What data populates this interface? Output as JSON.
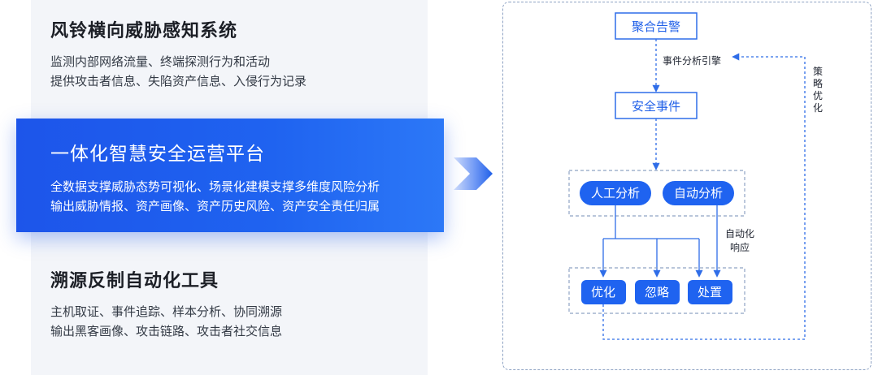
{
  "left": {
    "card1": {
      "title": "风铃横向威胁感知系统",
      "desc1": "监测内部网络流量、终端探测行为和活动",
      "desc2": "提供攻击者信息、失陷资产信息、入侵行为记录"
    },
    "card2": {
      "title": "一体化智慧安全运营平台",
      "desc1": "全数据支撑威胁态势可视化、场景化建模支撑多维度风险分析",
      "desc2": "输出威胁情报、资产画像、资产历史风险、资产安全责任归属"
    },
    "card3": {
      "title": "溯源反制自动化工具",
      "desc1": "主机取证、事件追踪、样本分析、协同溯源",
      "desc2": "输出黑客画像、攻击链路、攻击者社交信息"
    }
  },
  "flow": {
    "aggregate_alert": "聚合告警",
    "engine_label": "事件分析引擎",
    "security_event": "安全事件",
    "manual_analysis": "人工分析",
    "auto_analysis": "自动分析",
    "auto_response_1": "自动化",
    "auto_response_2": "响应",
    "optimize": "优化",
    "ignore": "忽略",
    "dispose": "处置",
    "strategy_1": "策",
    "strategy_2": "略",
    "strategy_3": "优",
    "strategy_4": "化"
  },
  "colors": {
    "accent": "#1f5fe8",
    "node_fill": "#1f63f0",
    "node_border": "#2f6de8",
    "panel_bg": "#f3f5f9"
  }
}
